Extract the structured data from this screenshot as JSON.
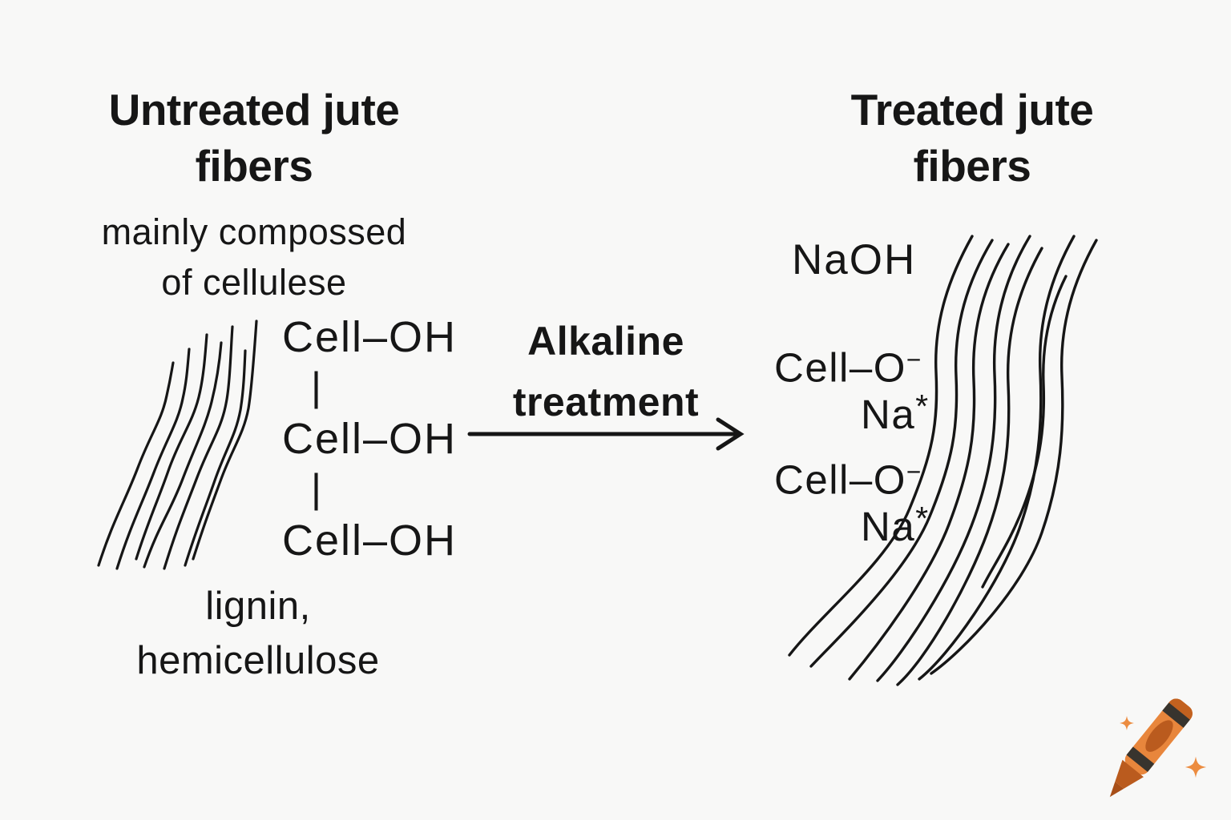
{
  "colors": {
    "background": "#f8f8f7",
    "ink": "#161616",
    "crayon_body": "#e8863c",
    "crayon_dark": "#ba5b1e",
    "crayon_tip": "#a84f18",
    "crayon_stripe": "#38342e",
    "sparkle": "#ec8c40"
  },
  "left": {
    "title_line1": "Untreated jute",
    "title_line2": "fibers",
    "subtitle_line1": "mainly compossed",
    "subtitle_line2": "of cellulese",
    "chain": [
      "Cell–OH",
      "Cell–OH",
      "Cell–OH"
    ],
    "bond_symbol": "|",
    "caption_line1": "lignin,",
    "caption_line2": "hemicellulose"
  },
  "center": {
    "label_line1": "Alkaline",
    "label_line2": "treatment"
  },
  "right": {
    "title_line1": "Treated jute",
    "title_line2": "fibers",
    "reagent": "NaOH",
    "products": [
      {
        "group": "Cell–O",
        "charge": "−",
        "ion": "Na",
        "ion_mark": "*"
      },
      {
        "group": "Cell–O",
        "charge": "−",
        "ion": "Na",
        "ion_mark": "*"
      }
    ]
  },
  "icons": {
    "crayon": "crayon-icon",
    "sparkles": "sparkle-icon"
  }
}
